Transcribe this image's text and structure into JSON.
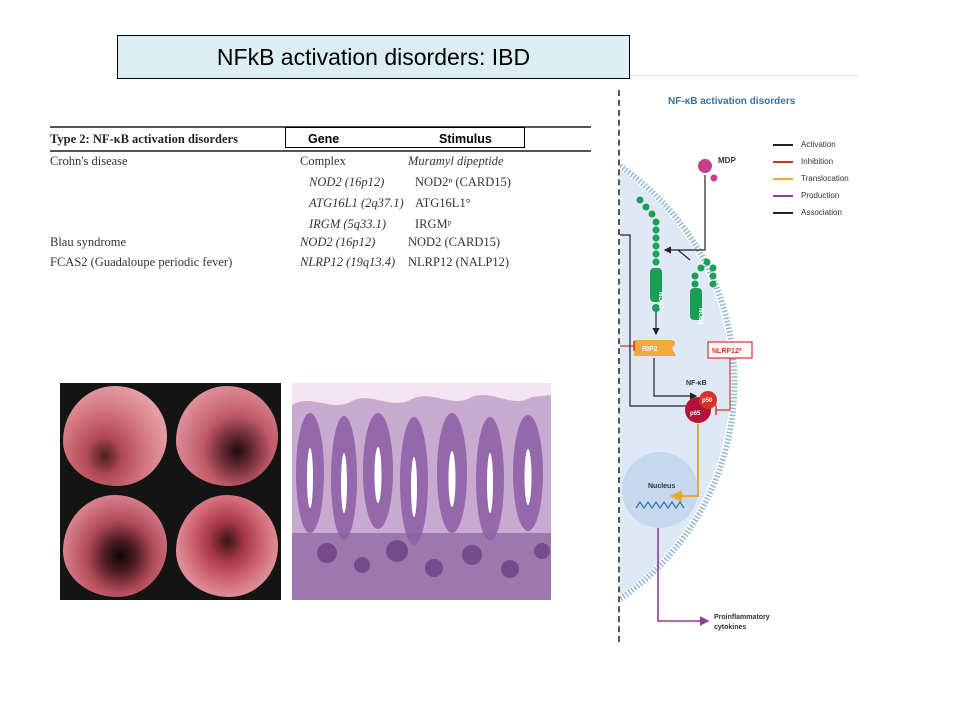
{
  "slide": {
    "title": "NFkB activation disorders: IBD"
  },
  "table": {
    "title": "Type 2: NF-κB activation disorders",
    "header": {
      "gene": "Gene",
      "stimulus": "Stimulus"
    },
    "rows": [
      {
        "disease": "Crohn's disease",
        "gene": "Complex",
        "stimulus": "Muramyl dipeptide"
      },
      {
        "disease": "",
        "gene": "NOD2 (16p12)",
        "stimulus": "NOD2ⁿ (CARD15)"
      },
      {
        "disease": "",
        "gene": "ATG16L1 (2q37.1)",
        "stimulus": "ATG16L1°"
      },
      {
        "disease": "",
        "gene": "IRGM (5q33.1)",
        "stimulus": "IRGMᵖ"
      },
      {
        "disease": "Blau syndrome",
        "gene": "NOD2 (16p12)",
        "stimulus": "NOD2 (CARD15)"
      },
      {
        "disease": "FCAS2 (Guadaloupe periodic fever)",
        "gene": "NLRP12 (19q13.4)",
        "stimulus": "NLRP12 (NALP12)"
      }
    ]
  },
  "diagram": {
    "title": "NF-κB activation disorders",
    "mdp": "MDP",
    "nod2_a": "NOD2",
    "nod2_b": "NOD2",
    "rip2": "RIP2",
    "nlrp12": "NLRP12*",
    "nfkb": "NF-κB",
    "p50": "p50",
    "p65": "p65",
    "nucleus": "Nucleus",
    "cytokines_1": "Proinflammatory",
    "cytokines_2": "cytokines",
    "legend": [
      {
        "label": "Activation",
        "color": "#222222"
      },
      {
        "label": "Inhibition",
        "color": "#d9312b"
      },
      {
        "label": "Translocation",
        "color": "#e8a92c"
      },
      {
        "label": "Production",
        "color": "#8b3f97"
      },
      {
        "label": "Association",
        "color": "#222222"
      }
    ]
  },
  "colors": {
    "title_fill": "#dbeef3",
    "nod_green": "#1b9e55",
    "mdp_magenta": "#c2408e",
    "rip2_orange": "#f2a93b",
    "nlrp12_red": "#d9312b",
    "p65_crimson": "#b3123b",
    "cell_fill": "#dfe9f5",
    "nucleus_fill": "#c6d8ee"
  }
}
